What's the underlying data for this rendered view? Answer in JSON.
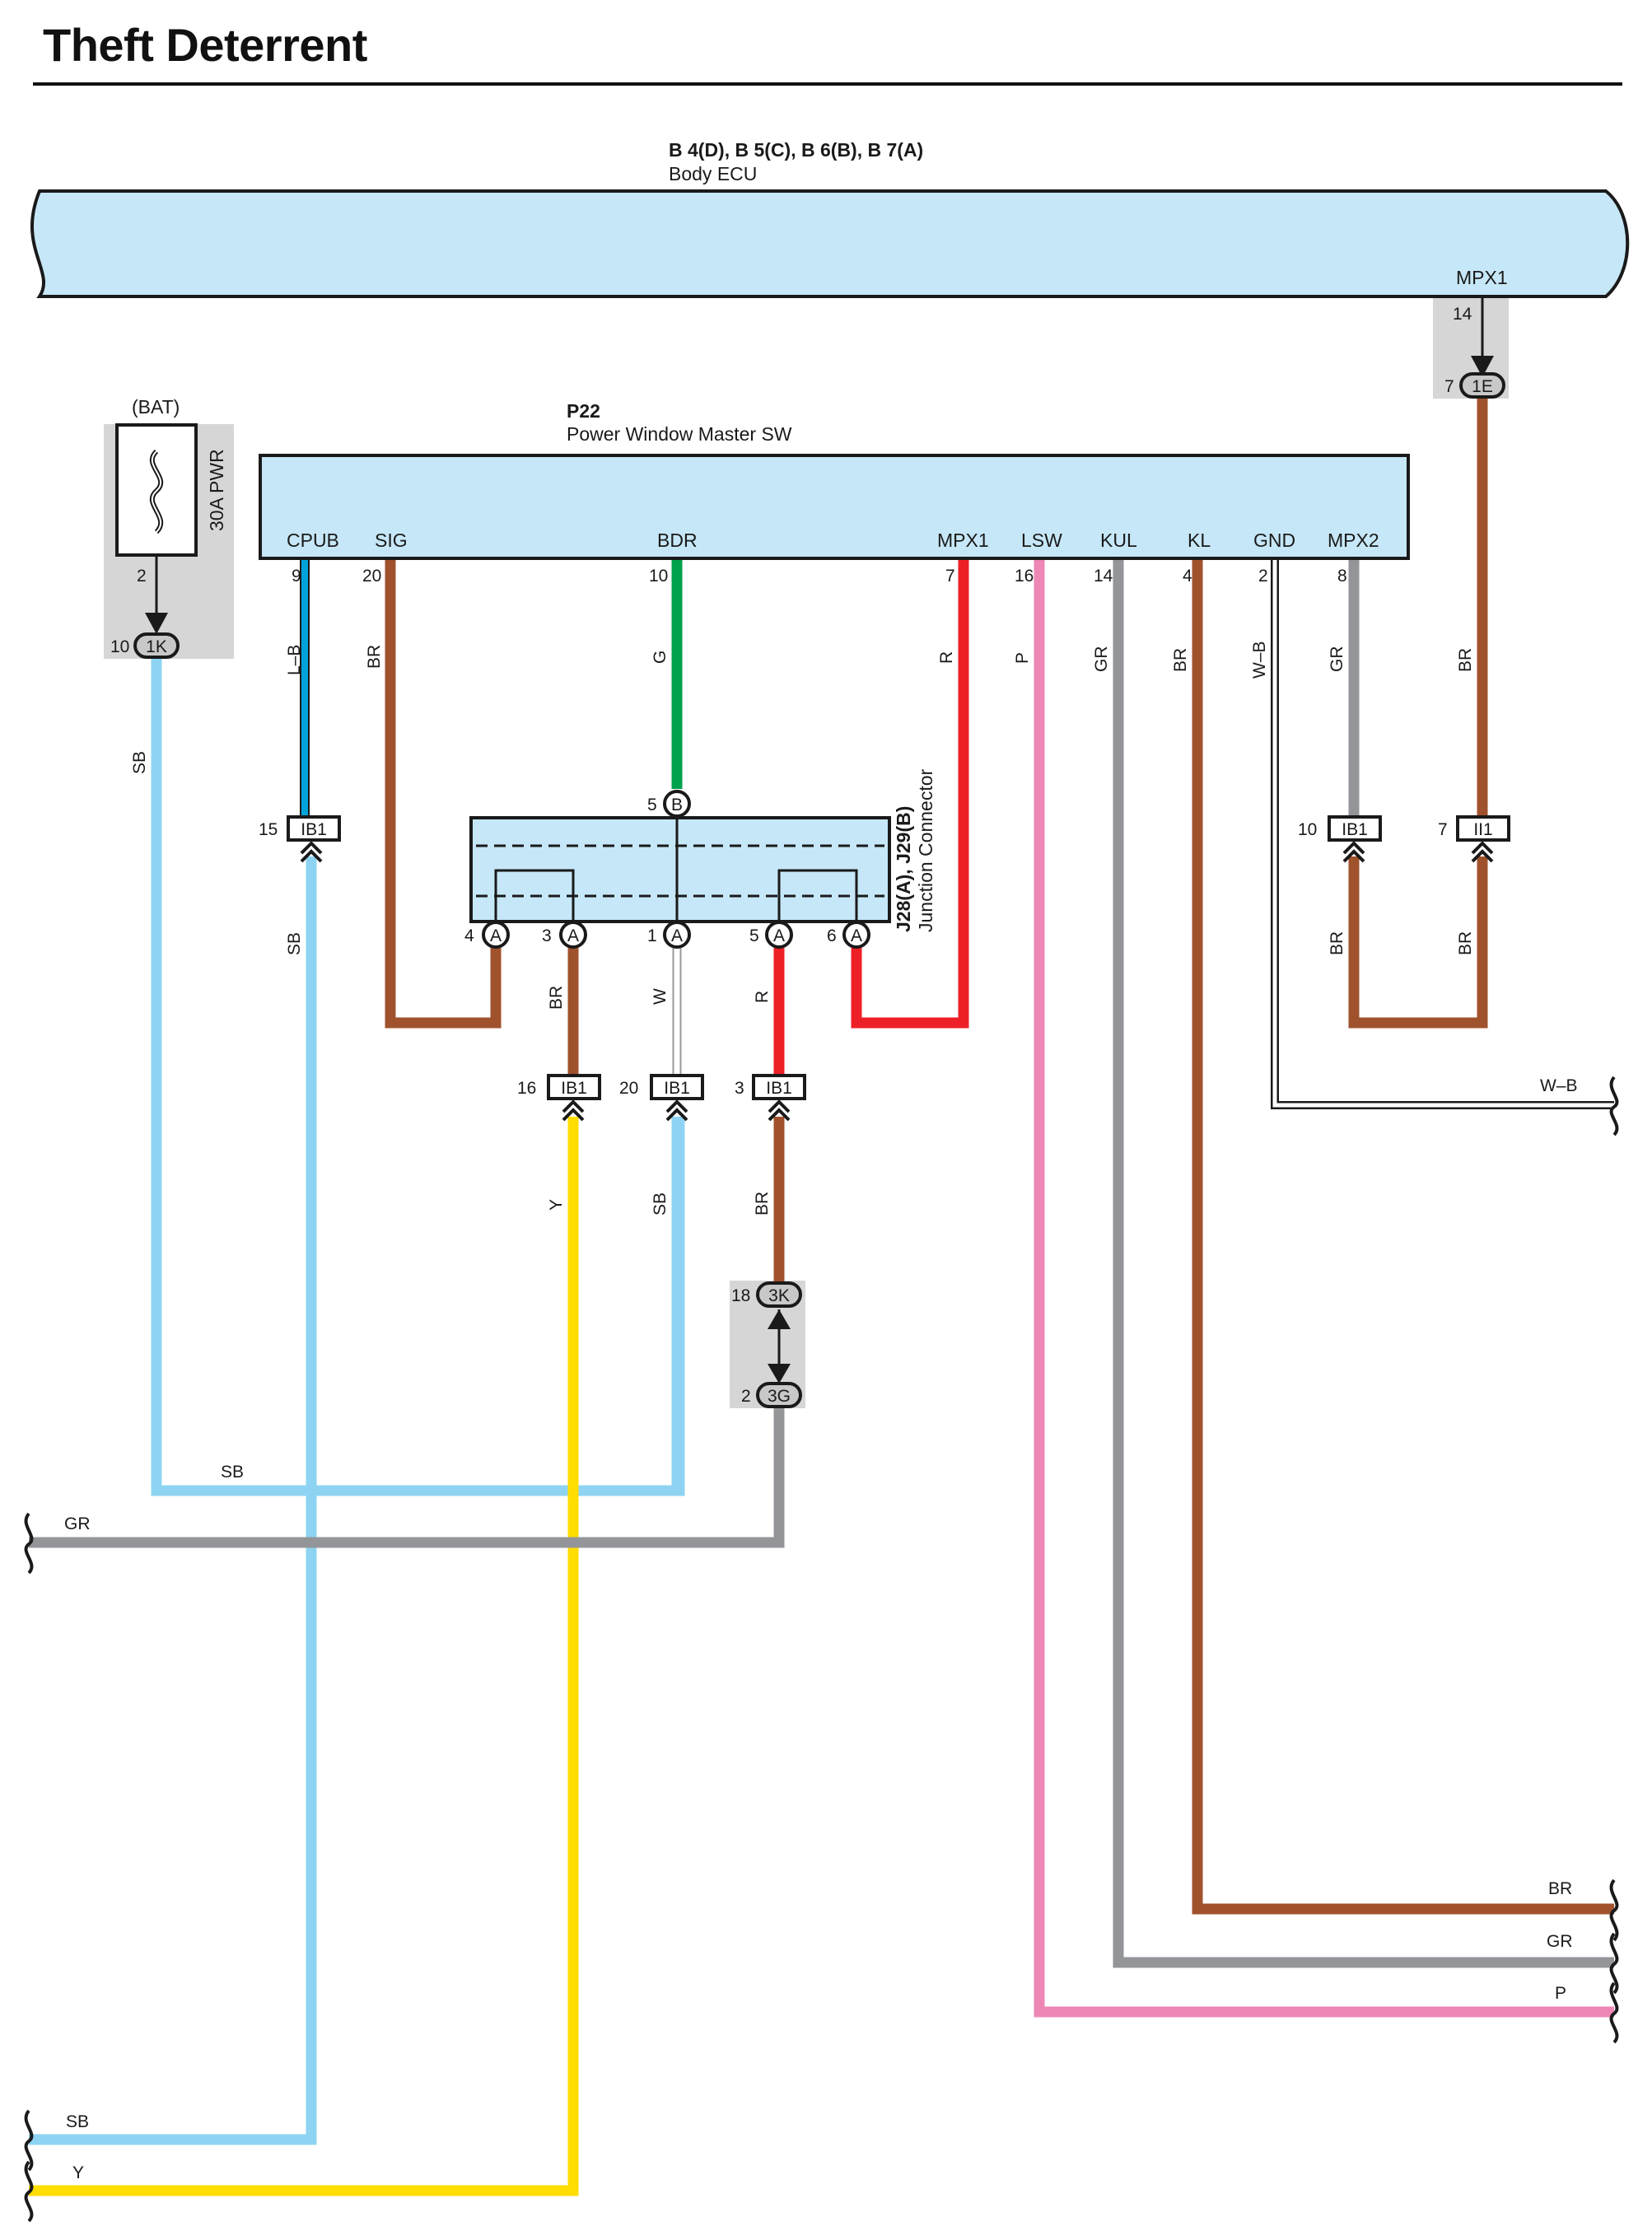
{
  "title": "Theft Deterrent",
  "body_ecu": {
    "code": "B 4(D), B 5(C), B 6(B), B 7(A)",
    "name": "Body ECU",
    "pin_label": "MPX1",
    "pin": "14"
  },
  "fuse": {
    "source": "(BAT)",
    "rating": "30A PWR",
    "pin_out": "2"
  },
  "conn_1k": {
    "pin": "10",
    "id": "1K"
  },
  "conn_1e": {
    "pin": "7",
    "id": "1E"
  },
  "p22": {
    "code": "P22",
    "name": "Power Window Master SW",
    "terminals": [
      {
        "name": "CPUB",
        "pin": "9"
      },
      {
        "name": "SIG",
        "pin": "20"
      },
      {
        "name": "BDR",
        "pin": "10"
      },
      {
        "name": "MPX1",
        "pin": "7"
      },
      {
        "name": "LSW",
        "pin": "16"
      },
      {
        "name": "KUL",
        "pin": "14"
      },
      {
        "name": "KL",
        "pin": "4"
      },
      {
        "name": "GND",
        "pin": "2"
      },
      {
        "name": "MPX2",
        "pin": "8"
      }
    ]
  },
  "junction": {
    "code": "J28(A), J29(B)",
    "name": "Junction Connector",
    "top_pin": {
      "pin": "5",
      "id": "B"
    },
    "bottom_pins": [
      {
        "pin": "4",
        "id": "A"
      },
      {
        "pin": "3",
        "id": "A"
      },
      {
        "pin": "1",
        "id": "A"
      },
      {
        "pin": "5",
        "id": "A"
      },
      {
        "pin": "6",
        "id": "A"
      }
    ]
  },
  "inline_connectors": [
    {
      "pin": "15",
      "id": "IB1"
    },
    {
      "pin": "10",
      "id": "IB1"
    },
    {
      "pin": "7",
      "id": "II1"
    },
    {
      "pin": "16",
      "id": "IB1"
    },
    {
      "pin": "20",
      "id": "IB1"
    },
    {
      "pin": "3",
      "id": "IB1"
    }
  ],
  "conn_3k": {
    "pin": "18",
    "id": "3K"
  },
  "conn_3g": {
    "pin": "2",
    "id": "3G"
  },
  "wire_labels": {
    "sb_fuse": "SB",
    "lb": "L–B",
    "br_sig": "BR",
    "g_bdr": "G",
    "r_mpx1": "R",
    "p_lsw": "P",
    "gr_kul": "GR",
    "br_kl": "BR",
    "wb_gnd": "W–B",
    "gr_mpx2": "GR",
    "br_mpx1": "BR",
    "sb_cpub": "SB",
    "br_j3": "BR",
    "w_j1": "W",
    "r_j5": "R",
    "br_ib1_10": "BR",
    "br_ii1": "BR",
    "y": "Y",
    "sb_ib20": "SB",
    "br_ib3": "BR",
    "sb_h": "SB",
    "gr_h": "GR",
    "wb_out": "W–B",
    "br_out": "BR",
    "gr_out": "GR",
    "p_out": "P",
    "sb_bottom": "SB",
    "y_bottom": "Y"
  },
  "colors": {
    "SB": "#8ed4f2",
    "BR": "#a0522d",
    "G": "#00a24b",
    "R": "#ee2027",
    "P": "#ee87b6",
    "GR": "#939598",
    "Y": "#ffdd00",
    "LB": "#00a3d9",
    "box": "#c6e7f7",
    "shade": "#d6d6d6"
  }
}
